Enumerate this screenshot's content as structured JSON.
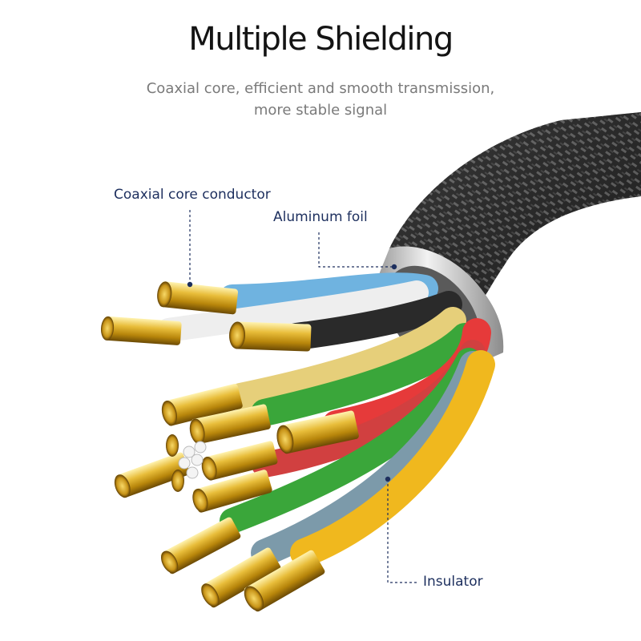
{
  "title": "Multiple Shielding",
  "subtitle_line1": "Coaxial core, efficient and smooth transmission,",
  "subtitle_line2": "more stable signal",
  "callouts": {
    "core_conductor": "Coaxial core conductor",
    "aluminum_foil": "Aluminum foil",
    "insulator": "Insulator"
  },
  "colors": {
    "braid": "#2b2b2b",
    "foil": "#c8c8c8",
    "gold": "#d9a825",
    "callout_line": "#1d2f5e"
  }
}
